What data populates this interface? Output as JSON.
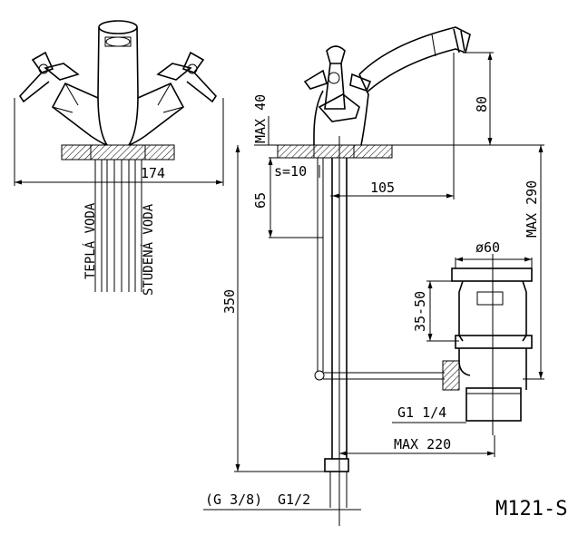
{
  "dimensions": {
    "width_174": "174",
    "max_40": "MAX 40",
    "s_10": "s=10",
    "d_105": "105",
    "d_65": "65",
    "d_80": "80",
    "max_290": "MAX 290",
    "d_350": "350",
    "dia_60": "ø60",
    "d_35_50": "35-50",
    "g1_1_4": "G1 1/4",
    "max_220": "MAX 220",
    "g3_8": "(G 3/8)",
    "g1_2": "G1/2"
  },
  "labels": {
    "tepla_voda": "TEPLÁ VODA",
    "studena_voda": "STUDENÁ VODA"
  },
  "model": "M121-S"
}
